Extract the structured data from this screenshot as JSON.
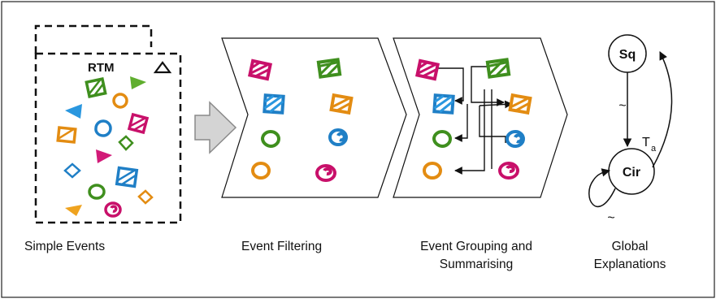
{
  "rtm_label": "RTM",
  "captions": {
    "simple_events": "Simple Events",
    "event_filtering": "Event Filtering",
    "grouping_line1": "Event Grouping and",
    "grouping_line2": "Summarising",
    "global_line1": "Global",
    "global_line2": "Explanations"
  },
  "graph": {
    "node_top": "Sq",
    "node_bottom": "Cir",
    "edge_down": "~",
    "edge_self": "~",
    "edge_back_main": "T",
    "edge_back_sub": "a"
  },
  "colors": {
    "magenta": "#c8106a",
    "green": "#3f8f1e",
    "blue": "#1f7fc6",
    "orange": "#e38c12",
    "grey_arrow": "#d4d4d4"
  }
}
